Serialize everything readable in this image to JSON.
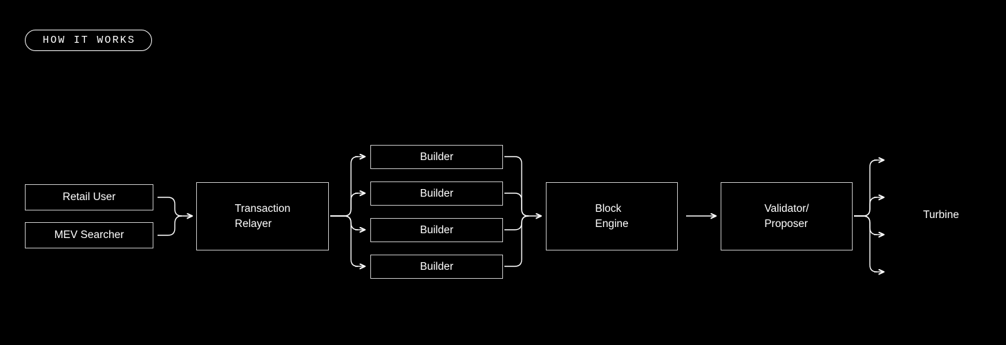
{
  "badge": {
    "label": "HOW IT WORKS",
    "shape": "pill-outline",
    "border_color": "#ffffff"
  },
  "theme": {
    "background": "#000000",
    "text_color": "#ffffff",
    "box_border_color": "#c9c9c9",
    "connector_color": "#ffffff"
  },
  "diagram": {
    "type": "flow-diagram",
    "title": "HOW IT WORKS",
    "nodes": [
      {
        "id": "retail-user",
        "label": "Retail User",
        "kind": "box",
        "column": 1
      },
      {
        "id": "mev-searcher",
        "label": "MEV Searcher",
        "kind": "box",
        "column": 1
      },
      {
        "id": "transaction-relayer",
        "label": "Transaction\nRelayer",
        "kind": "box",
        "column": 2
      },
      {
        "id": "builder-1",
        "label": "Builder",
        "kind": "box",
        "column": 3
      },
      {
        "id": "builder-2",
        "label": "Builder",
        "kind": "box",
        "column": 3
      },
      {
        "id": "builder-3",
        "label": "Builder",
        "kind": "box",
        "column": 3
      },
      {
        "id": "builder-4",
        "label": "Builder",
        "kind": "box",
        "column": 3
      },
      {
        "id": "block-engine",
        "label": "Block\nEngine",
        "kind": "box",
        "column": 4
      },
      {
        "id": "validator-proposer",
        "label": "Validator/\nProposer",
        "kind": "box",
        "column": 5
      },
      {
        "id": "turbine",
        "label": "Turbine",
        "kind": "text",
        "column": 6
      }
    ],
    "edges": [
      {
        "from": [
          "retail-user",
          "mev-searcher"
        ],
        "to": [
          "transaction-relayer"
        ],
        "style": "merge-bracket-arrow"
      },
      {
        "from": [
          "transaction-relayer"
        ],
        "to": [
          "builder-1",
          "builder-2",
          "builder-3",
          "builder-4"
        ],
        "style": "fanout-bracket-arrows"
      },
      {
        "from": [
          "builder-1",
          "builder-2",
          "builder-3",
          "builder-4"
        ],
        "to": [
          "block-engine"
        ],
        "style": "merge-bracket-arrow"
      },
      {
        "from": [
          "block-engine"
        ],
        "to": [
          "validator-proposer"
        ],
        "style": "straight-arrow"
      },
      {
        "from": [
          "validator-proposer"
        ],
        "to": [
          "turbine"
        ],
        "style": "fanout-bracket-arrows"
      }
    ]
  }
}
